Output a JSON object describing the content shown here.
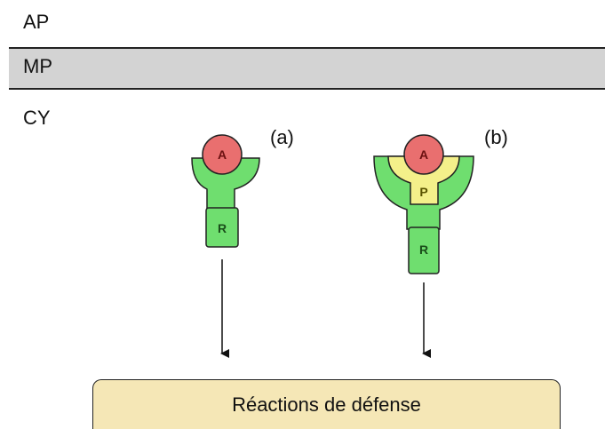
{
  "zones": {
    "apoplast": "AP",
    "membrane": "MP",
    "cytoplasm": "CY"
  },
  "panels": {
    "a": {
      "label": "(a)",
      "ligand": "A",
      "receptor": "R"
    },
    "b": {
      "label": "(b)",
      "ligand": "A",
      "partner": "P",
      "receptor": "R"
    }
  },
  "outcome": "Réactions de défense",
  "colors": {
    "membrane": "#d3d3d3",
    "receptor": "#6fde6f",
    "ligand": "#e96f6f",
    "partner": "#f4f08a",
    "outcome_box": "#f5e7b6"
  }
}
